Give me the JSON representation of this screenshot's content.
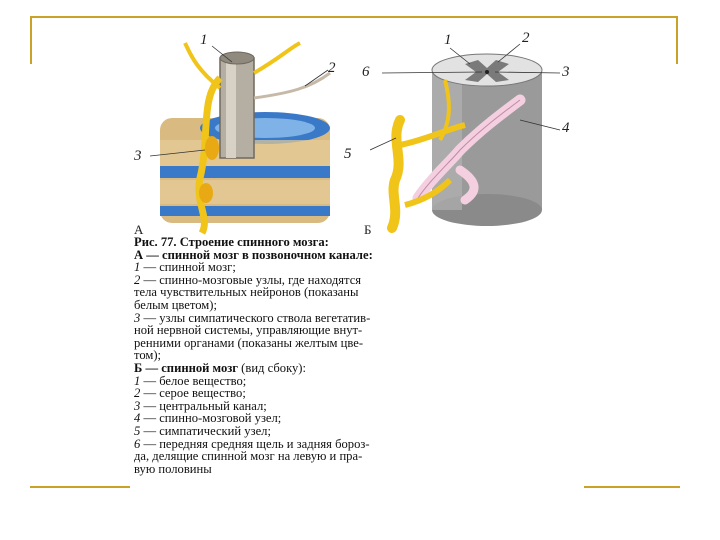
{
  "figure": {
    "panel_a": {
      "panel_label": "А",
      "callouts": [
        "1",
        "2",
        "3"
      ]
    },
    "panel_b": {
      "panel_label": "Б",
      "callouts": [
        "1",
        "2",
        "6",
        "3",
        "4",
        "5"
      ]
    }
  },
  "caption": {
    "title": "Рис. 77. Строение спинного мозга:",
    "section_a": {
      "heading": "А — спинной мозг в позвоночном канале:",
      "items": [
        {
          "num": "1",
          "text": " — спинной мозг;"
        },
        {
          "num": "2",
          "text": " — спинно-мозговые узлы, где находятся"
        },
        {
          "num": "",
          "text": "тела чувствительных нейронов (показаны"
        },
        {
          "num": "",
          "text": "белым цветом);"
        },
        {
          "num": "3",
          "text": " — узлы симпатического ствола вегетатив-"
        },
        {
          "num": "",
          "text": "ной нервной системы, управляющие внут-"
        },
        {
          "num": "",
          "text": "ренними органами (показаны желтым цве-"
        },
        {
          "num": "",
          "text": "том);"
        }
      ]
    },
    "section_b": {
      "heading": "Б — спинной мозг",
      "heading_suffix": " (вид сбоку):",
      "items": [
        {
          "num": "1",
          "text": " — белое вещество;"
        },
        {
          "num": "2",
          "text": " — серое вещество;"
        },
        {
          "num": "3",
          "text": " — центральный канал;"
        },
        {
          "num": "4",
          "text": " — спинно-мозговой узел;"
        },
        {
          "num": "5",
          "text": " — симпатический узел;"
        },
        {
          "num": "6",
          "text": " — передняя средняя щель и задняя бороз-"
        },
        {
          "num": "",
          "text": "да, делящие спинной мозг на левую и пра-"
        },
        {
          "num": "",
          "text": "вую половины"
        }
      ]
    }
  },
  "colors": {
    "accent_rule": "#c9a227",
    "nerve_yellow": "#f0c419",
    "disc_blue": "#3a78c8",
    "bone": "#d9bb82",
    "cord_gray": "#9a9a9a",
    "ganglion_pink": "#f3cfe0"
  }
}
